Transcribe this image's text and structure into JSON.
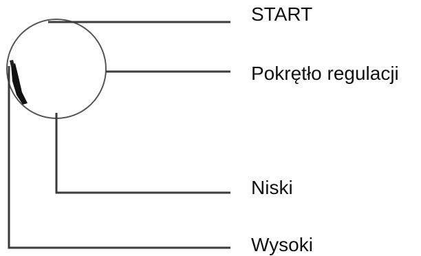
{
  "labels": {
    "start": "START",
    "knob": "Pokrętło regulacji",
    "low": "Niski",
    "high": "Wysoki"
  },
  "colors": {
    "line": "#3a3a3a",
    "dial_outline": "#555555",
    "mark": "#111111",
    "text": "#111111"
  }
}
